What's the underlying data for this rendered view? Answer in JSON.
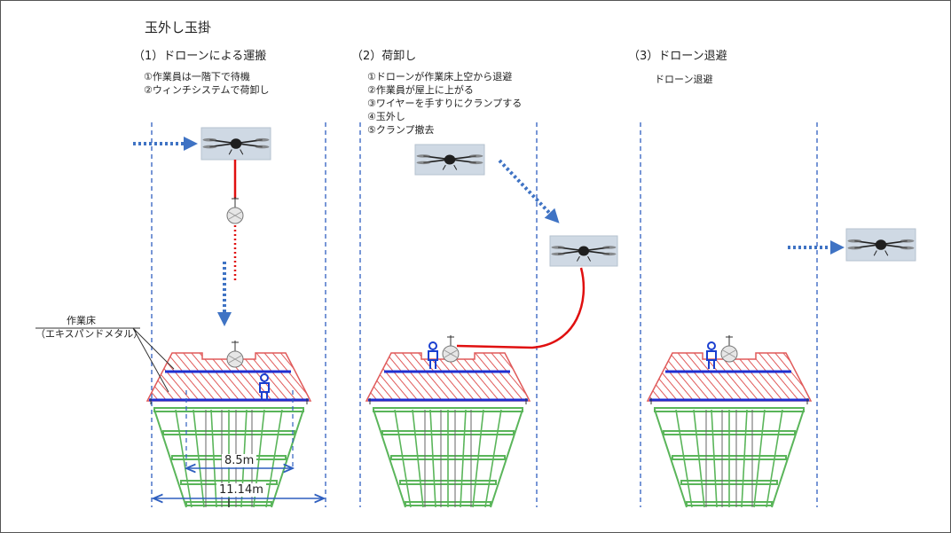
{
  "title": "玉外し玉掛",
  "panels": [
    {
      "heading": "（1）ドローンによる運搬",
      "notes": [
        "①作業員は一階下で待機",
        "②ウィンチシステムで荷卸し"
      ]
    },
    {
      "heading": "（2）荷卸し",
      "notes": [
        "①ドローンが作業床上空から退避",
        "②作業員が屋上に上がる",
        "③ワイヤーを手すりにクランプする",
        "④玉外し",
        "⑤クランプ撤去"
      ]
    },
    {
      "heading": "（3）ドローン退避",
      "notes": [
        "ドローン退避"
      ]
    }
  ],
  "platform_label": [
    "作業床",
    "（エキスパンドメタル）"
  ],
  "dimensions": {
    "inner": "8.5m",
    "outer": "11.14m"
  },
  "colors": {
    "guide": "#2f5fbf",
    "arrow": "#3f73c4",
    "wire": "#e01010",
    "hatch": "#e05a5a",
    "rail": "#1f2fd0",
    "scaffold": "#5ab55a",
    "worker": "#1a3fd0"
  }
}
